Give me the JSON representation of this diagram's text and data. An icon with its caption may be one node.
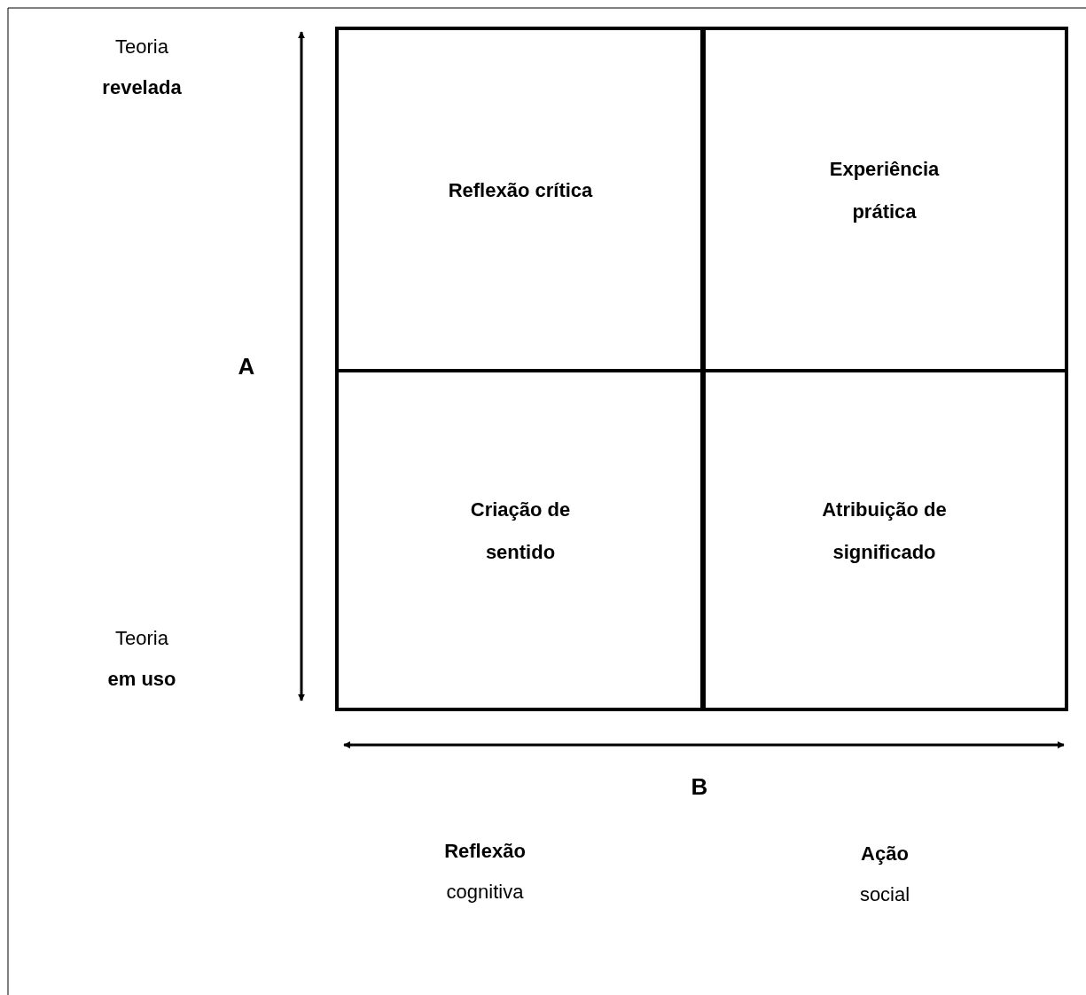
{
  "diagram": {
    "nodes": [
      {
        "text": [
          "Reflexão crítica"
        ]
      },
      {
        "text": [
          "Experiência prática"
        ]
      },
      {
        "text": [
          "Criação de sentido"
        ]
      },
      {
        "text": [
          "Atribuição de significado"
        ]
      }
    ],
    "labels": [
      "Teoria **revelada**",
      "A",
      "Teoria **em uso**",
      "B",
      "**Reflexão** cognitiva",
      "**Ação** social"
    ]
  }
}
